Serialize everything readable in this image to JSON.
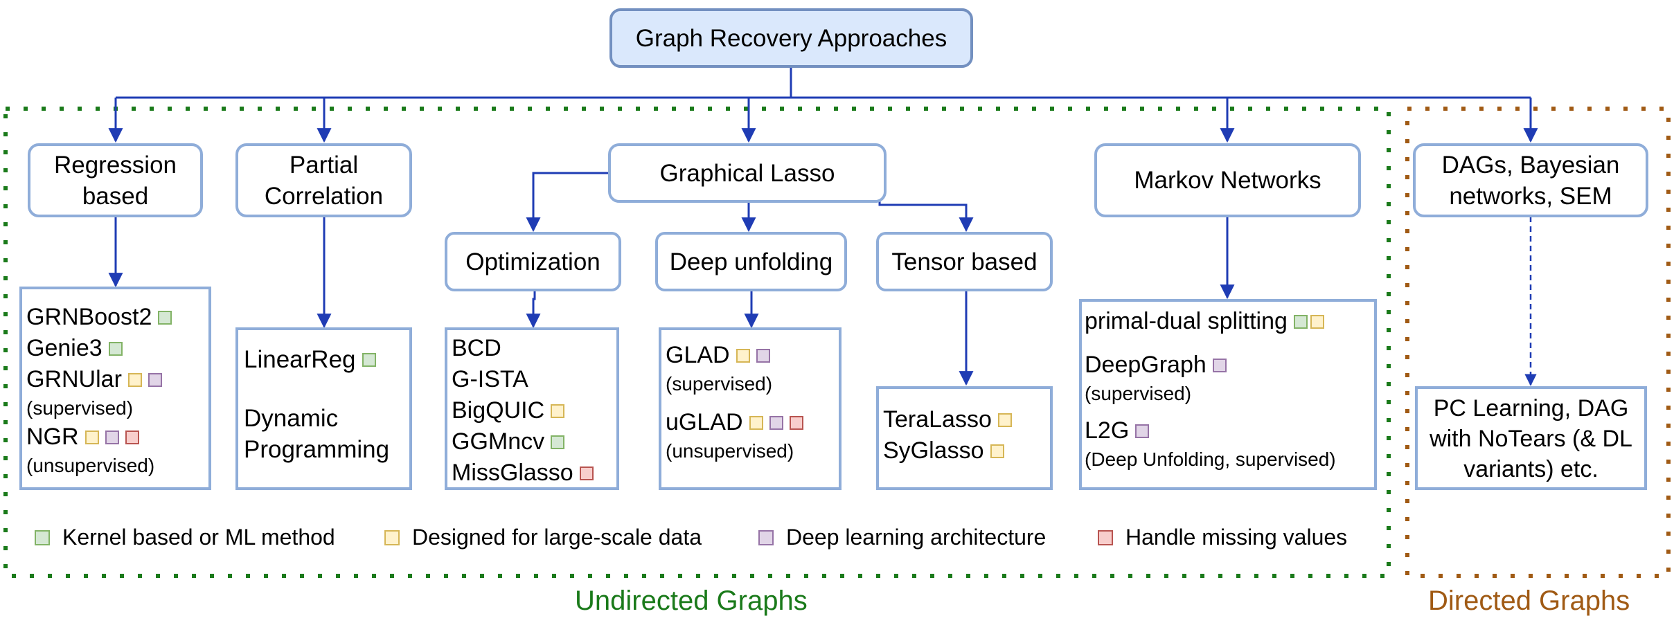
{
  "title": "Graph Recovery Approaches",
  "categories": {
    "regression": [
      "Regression",
      "based"
    ],
    "partial": [
      "Partial",
      "Correlation"
    ],
    "glasso": "Graphical Lasso",
    "markov": "Markov Networks",
    "dags": [
      "DAGs, Bayesian",
      "networks, SEM"
    ]
  },
  "subcategories": {
    "optimization": "Optimization",
    "deep_unfolding": "Deep unfolding",
    "tensor": "Tensor based"
  },
  "regression_methods": [
    {
      "label": "GRNBoost2",
      "tags": [
        "green"
      ]
    },
    {
      "label": "Genie3",
      "tags": [
        "green"
      ]
    },
    {
      "label": "GRNUlar",
      "tags": [
        "yellow",
        "purple"
      ],
      "note": "(supervised)"
    },
    {
      "label": "NGR",
      "tags": [
        "yellow",
        "purple",
        "red"
      ],
      "note": "(unsupervised)"
    }
  ],
  "partial_methods": [
    {
      "label": "LinearReg",
      "tags": [
        "green"
      ]
    },
    {
      "label": "Dynamic",
      "tags": []
    },
    {
      "label": "Programming",
      "tags": []
    }
  ],
  "optimization_methods": [
    {
      "label": "BCD",
      "tags": []
    },
    {
      "label": "G-ISTA",
      "tags": []
    },
    {
      "label": "BigQUIC",
      "tags": [
        "yellow"
      ]
    },
    {
      "label": "GGMncv",
      "tags": [
        "green"
      ]
    },
    {
      "label": "MissGlasso",
      "tags": [
        "red"
      ]
    }
  ],
  "unfolding_methods": [
    {
      "label": "GLAD",
      "tags": [
        "yellow",
        "purple"
      ],
      "note": "(supervised)"
    },
    {
      "label": "uGLAD",
      "tags": [
        "yellow",
        "purple",
        "red"
      ],
      "note": "(unsupervised)"
    }
  ],
  "tensor_methods": [
    {
      "label": "TeraLasso",
      "tags": [
        "yellow"
      ]
    },
    {
      "label": "SyGlasso",
      "tags": [
        "yellow"
      ]
    }
  ],
  "markov_methods": [
    {
      "label": "primal-dual splitting",
      "tags": [
        "green",
        "yellow"
      ]
    },
    {
      "label": "DeepGraph",
      "tags": [
        "purple"
      ],
      "note": "(supervised)"
    },
    {
      "label": "L2G",
      "tags": [
        "purple"
      ],
      "note": "(Deep Unfolding, supervised)"
    }
  ],
  "dag_methods": [
    "PC Learning, DAG",
    "with NoTears (& DL",
    "variants) etc."
  ],
  "legend": [
    {
      "color": "green",
      "label": "Kernel based or ML method"
    },
    {
      "color": "yellow",
      "label": "Designed for large-scale data"
    },
    {
      "color": "purple",
      "label": "Deep learning architecture"
    },
    {
      "color": "red",
      "label": "Handle missing values"
    }
  ],
  "group_labels": {
    "undirected": "Undirected Graphs",
    "directed": "Directed Graphs"
  },
  "colors": {
    "node_border": "#8fadd9",
    "root_fill": "#dae8fc",
    "arrow": "#1f3cb4",
    "undirected_group": "#1a7a1a",
    "directed_group": "#a05a14"
  }
}
